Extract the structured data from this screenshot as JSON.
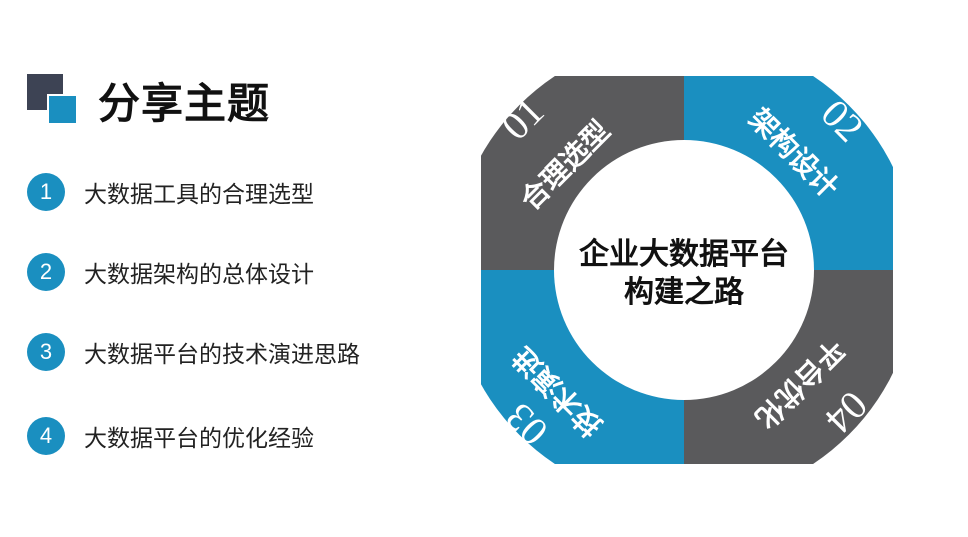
{
  "header": {
    "title": "分享主题"
  },
  "topics": [
    {
      "num": "1",
      "text": "大数据工具的合理选型"
    },
    {
      "num": "2",
      "text": "大数据架构的总体设计"
    },
    {
      "num": "3",
      "text": "大数据平台的技术演进思路"
    },
    {
      "num": "4",
      "text": "大数据平台的优化经验"
    }
  ],
  "ring": {
    "center_line1": "企业大数据平台",
    "center_line2": "构建之路",
    "segments": [
      {
        "num": "01",
        "label": "合理选型",
        "color": "#5a5a5c"
      },
      {
        "num": "02",
        "label": "架构设计",
        "color": "#1a8fc0"
      },
      {
        "num": "03",
        "label": "技术演进",
        "color": "#1a8fc0"
      },
      {
        "num": "04",
        "label": "平台优化",
        "color": "#5a5a5c"
      }
    ]
  },
  "colors": {
    "accent": "#1a8fc0",
    "dark": "#5a5a5c",
    "icon_dark": "#3d4354"
  }
}
